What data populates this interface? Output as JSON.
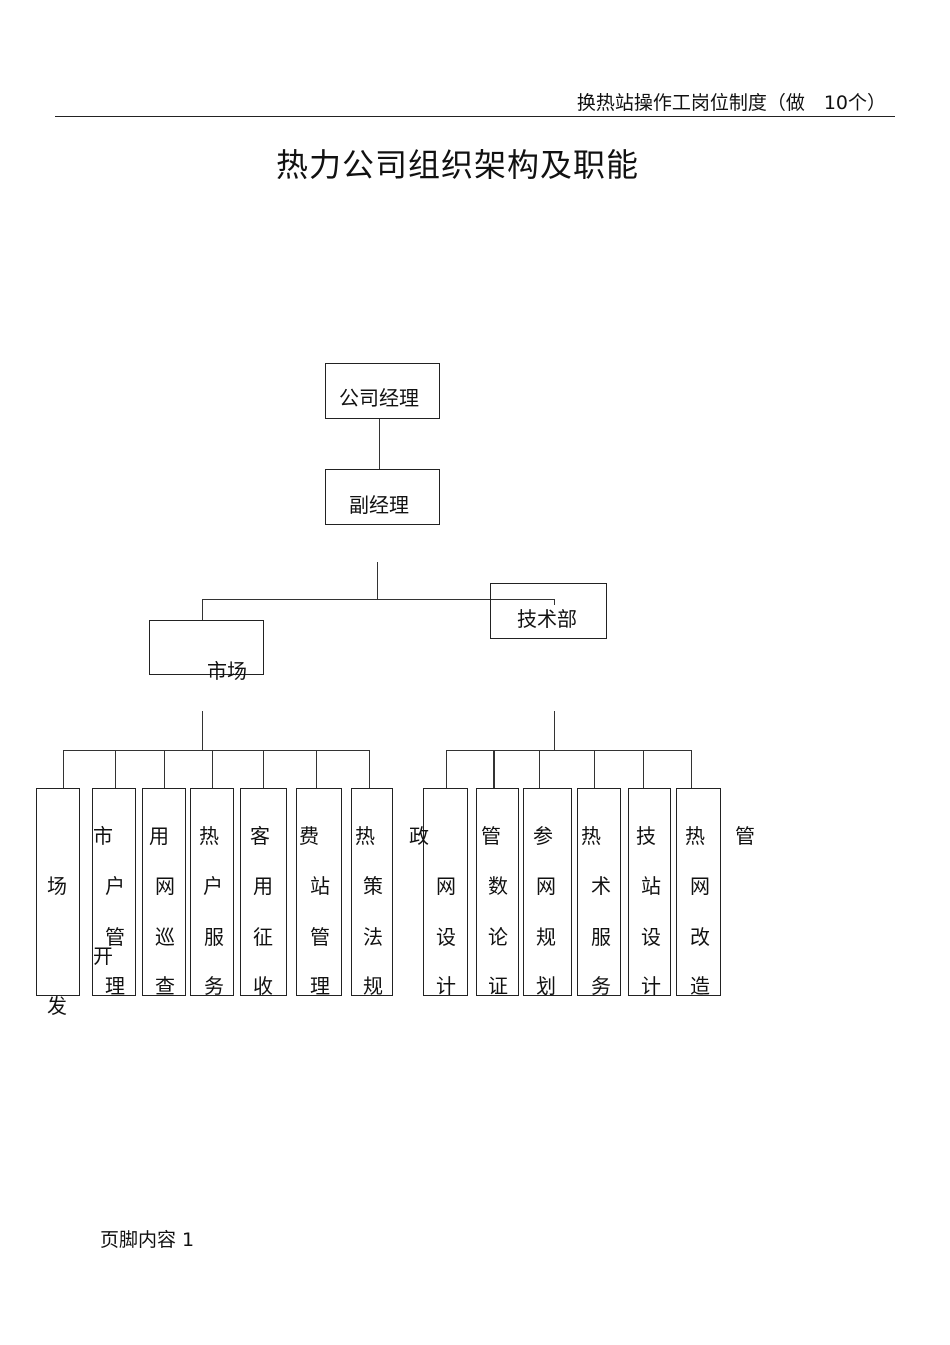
{
  "header": {
    "text": "换热站操作工岗位制度（做　10个）"
  },
  "title": "热力公司组织架构及职能",
  "nodes": {
    "manager": "公司经理",
    "deputy": "副经理",
    "market": "市场",
    "tech": "技术部"
  },
  "market_chars": [
    [
      "场",
      "发"
    ],
    [
      "市",
      "户",
      "管",
      "开",
      "理"
    ],
    [
      "用",
      "网",
      "巡",
      "查"
    ],
    [
      "热",
      "户",
      "服",
      "务"
    ],
    [
      "客",
      "用",
      "征",
      "收"
    ],
    [
      "费",
      "站",
      "管",
      "理"
    ],
    [
      "热",
      "策",
      "法",
      "规"
    ],
    [
      "政"
    ]
  ],
  "tech_chars": [
    [
      "网",
      "设",
      "计"
    ],
    [
      "管",
      "数",
      "论",
      "证"
    ],
    [
      "参",
      "网",
      "规",
      "划"
    ],
    [
      "热",
      "术",
      "服",
      "务"
    ],
    [
      "技",
      "站",
      "设",
      "计"
    ],
    [
      "热",
      "网",
      "改",
      "造"
    ],
    [
      "管"
    ]
  ],
  "footer": "页脚内容 1"
}
